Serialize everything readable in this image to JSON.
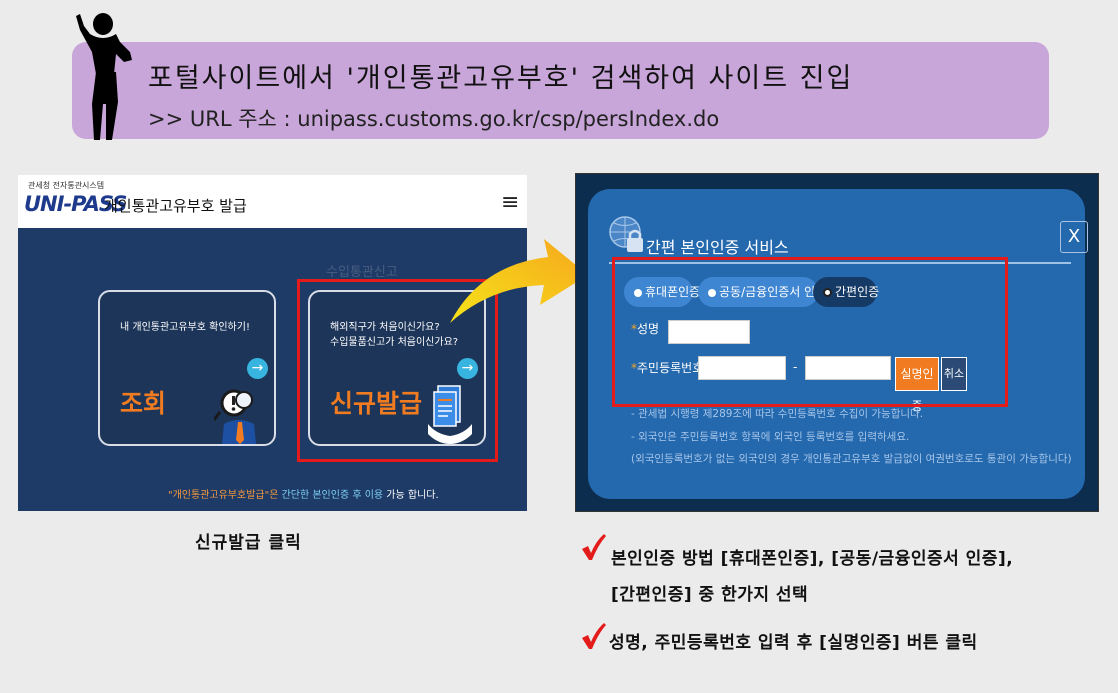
{
  "banner": {
    "title": "포털사이트에서 '개인통관고유부호' 검색하여 사이트 진입",
    "url": ">> URL 주소 : unipass.customs.go.kr/csp/persIndex.do"
  },
  "left_screen": {
    "logo_small": "관세청 전자통관시스템",
    "logo": "UNI-PASS",
    "header_title": "개인통관고유부호 발급",
    "menu_icon": "≡",
    "faint_1": "수입통관신고",
    "card_inquiry": {
      "desc": "내 개인통관고유부호 확인하기!",
      "label": "조회",
      "arrow": "→"
    },
    "card_new": {
      "desc_1": "해외직구가 처음이신가요?",
      "desc_2": "수입물품신고가 처음이신가요?",
      "label": "신규발급",
      "arrow": "→"
    },
    "footer_part1": "\"개인통관고유부호발급\"은 ",
    "footer_part2": "간단한 본인인증 후 이용",
    "footer_part3": " 가능 합니다."
  },
  "caption_left": "신규발급 클릭",
  "right_screen": {
    "title": "간편 본인인증 서비스",
    "close": "X",
    "options": [
      "휴대폰인증",
      "공동/금융인증서 인증",
      "간편인증"
    ],
    "name_label": "성명",
    "rrn_label": "주민등록번호",
    "rrn_dash": "-",
    "verify_button": "실명인증",
    "cancel_button": "취소",
    "note_1": "- 관세법 시행령 제289조에 따라 수민등록번호 수집이 가능합니다.",
    "note_2": "- 외국인은 주민등록번호 항목에 외국인 등록번호를 입력하세요.",
    "note_3": "(외국인등록번호가 없는 외국인의 경우 개인통관고유부호 발급없이 여권번호로도 통관이 가능합니다)"
  },
  "bullets": {
    "b1_line1": "본인인증 방법 [휴대폰인증], [공동/금융인증서 인증],",
    "b1_line2": "[간편인증] 중 한가지 선택",
    "b2": "성명, 주민등록번호 입력 후 [실명인증] 버튼 클릭"
  },
  "colors": {
    "banner": "#c9a6d9",
    "accent_orange": "#f07b20",
    "highlight_red": "#e31b1b",
    "panel_blue": "#2468ad"
  }
}
